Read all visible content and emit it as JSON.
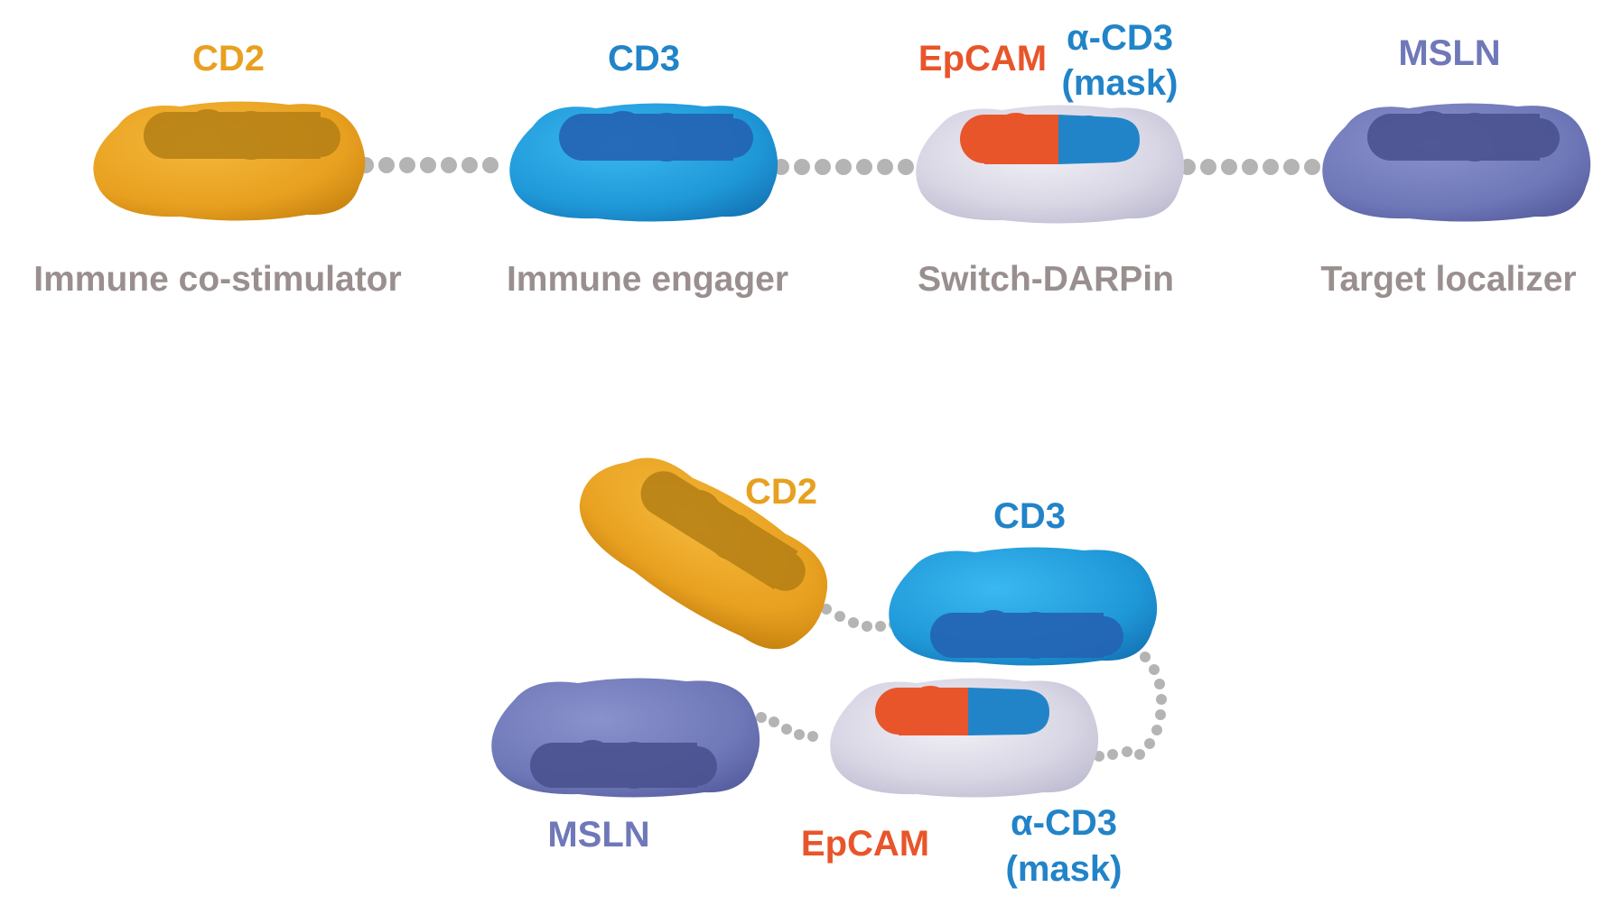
{
  "top_row": {
    "domains": [
      {
        "name": "CD2",
        "role": "Immune co-stimulator"
      },
      {
        "name": "CD3",
        "role": "Immune engager"
      },
      {
        "name": "EpCAM",
        "mask_line1": "α-CD3",
        "mask_line2": "(mask)",
        "role": "Switch-DARPin"
      },
      {
        "name": "MSLN",
        "role": "Target localizer"
      }
    ]
  },
  "bottom_assembly": {
    "cd2": "CD2",
    "cd3": "CD3",
    "msln": "MSLN",
    "epcam": "EpCAM",
    "mask_line1": "α-CD3",
    "mask_line2": "(mask)"
  },
  "colors": {
    "cd2": "#e8a020",
    "cd3": "#1f98d8",
    "switch": "#d8d6e4",
    "msln": "#6f78b8",
    "epcam": "#e8552a",
    "mask": "#2284c8",
    "linker": "#b4b4b4",
    "role_text": "#9a8f8f"
  }
}
